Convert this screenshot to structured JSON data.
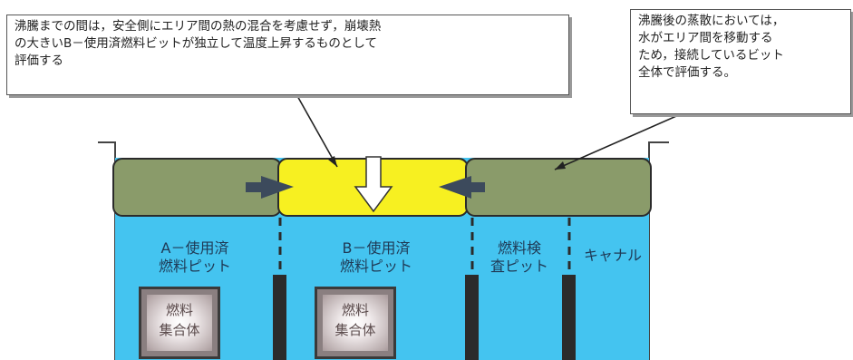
{
  "callouts": {
    "left": [
      "沸騰までの間は，安全側にエリア間の熱の混合を考慮せず，崩壊熱",
      "の大きいB－使用済燃料ビットが独立して温度上昇するものとして",
      "評価する"
    ],
    "right": [
      "沸騰後の蒸散においては，",
      "水がエリア間を移動する",
      "ため，接続しているビット",
      "全体で評価する。"
    ]
  },
  "areas": {
    "a": [
      "A－使用済",
      "燃料ピット"
    ],
    "b": [
      "B－使用済",
      "燃料ピット"
    ],
    "inspection": [
      "燃料検",
      "査ピット"
    ],
    "canal": [
      "キャナル"
    ]
  },
  "assembly_label": [
    "燃料",
    "集合体"
  ],
  "colors": {
    "water": "#44c4f0",
    "surface_zone": "#8a9b6a",
    "heated_zone": "#f7f021",
    "wall": "#2b2b2b",
    "arrow": "#3c4a5c"
  }
}
